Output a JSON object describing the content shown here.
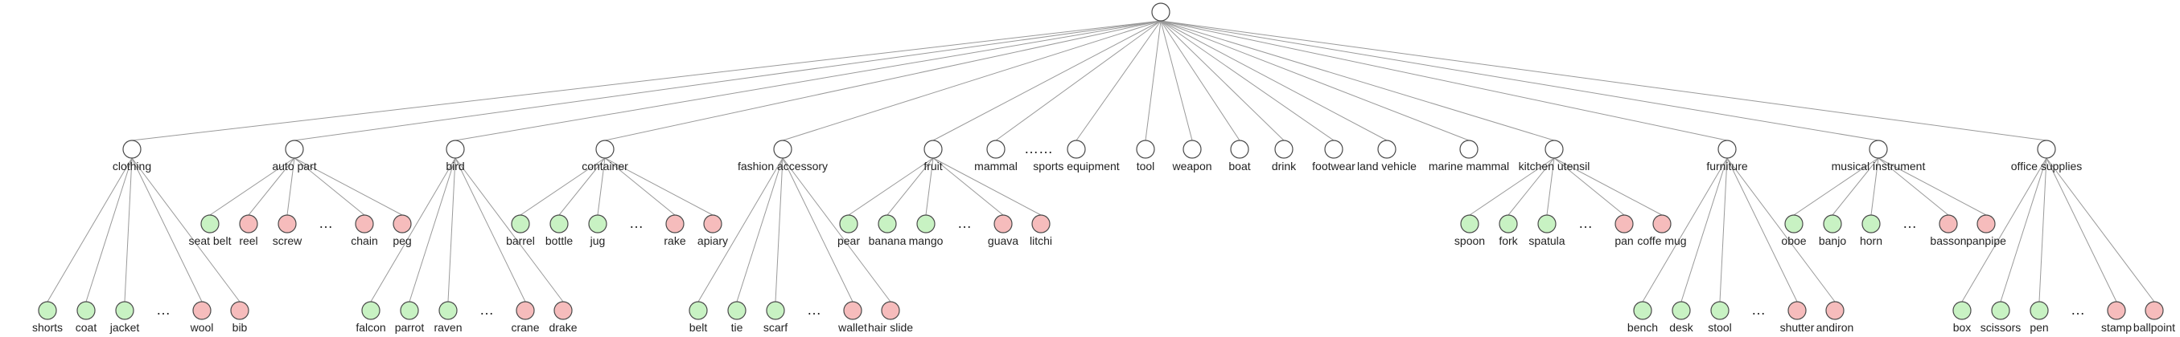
{
  "colors": {
    "edge": "#9a9a9a",
    "neutral": "#ffffff",
    "positive": "#c8f2c3",
    "negative": "#f6bcbc",
    "outline": "#4a4a4a",
    "text": "#222222"
  },
  "root": {
    "label": ""
  },
  "categories": [
    {
      "label": "clothing",
      "children": [
        {
          "label": "shorts",
          "status": "positive"
        },
        {
          "label": "coat",
          "status": "positive"
        },
        {
          "label": "jacket",
          "status": "positive"
        },
        {
          "label": "…",
          "status": "ellipsis"
        },
        {
          "label": "wool",
          "status": "negative"
        },
        {
          "label": "bib",
          "status": "negative"
        }
      ]
    },
    {
      "label": "auto part",
      "children": [
        {
          "label": "seat belt",
          "status": "positive"
        },
        {
          "label": "reel",
          "status": "negative"
        },
        {
          "label": "screw",
          "status": "negative"
        },
        {
          "label": "…",
          "status": "ellipsis"
        },
        {
          "label": "chain",
          "status": "negative"
        },
        {
          "label": "peg",
          "status": "negative"
        }
      ]
    },
    {
      "label": "bird",
      "children": [
        {
          "label": "falcon",
          "status": "positive"
        },
        {
          "label": "parrot",
          "status": "positive"
        },
        {
          "label": "raven",
          "status": "positive"
        },
        {
          "label": "…",
          "status": "ellipsis"
        },
        {
          "label": "crane",
          "status": "negative"
        },
        {
          "label": "drake",
          "status": "negative"
        }
      ]
    },
    {
      "label": "container",
      "children": [
        {
          "label": "barrel",
          "status": "positive"
        },
        {
          "label": "bottle",
          "status": "positive"
        },
        {
          "label": "jug",
          "status": "positive"
        },
        {
          "label": "…",
          "status": "ellipsis"
        },
        {
          "label": "rake",
          "status": "negative"
        },
        {
          "label": "apiary",
          "status": "negative"
        }
      ]
    },
    {
      "label": "fashion accessory",
      "children": [
        {
          "label": "belt",
          "status": "positive"
        },
        {
          "label": "tie",
          "status": "positive"
        },
        {
          "label": "scarf",
          "status": "positive"
        },
        {
          "label": "…",
          "status": "ellipsis"
        },
        {
          "label": "wallet",
          "status": "negative"
        },
        {
          "label": "hair slide",
          "status": "negative"
        }
      ]
    },
    {
      "label": "fruit",
      "children": [
        {
          "label": "pear",
          "status": "positive"
        },
        {
          "label": "banana",
          "status": "positive"
        },
        {
          "label": "mango",
          "status": "positive"
        },
        {
          "label": "…",
          "status": "ellipsis"
        },
        {
          "label": "guava",
          "status": "negative"
        },
        {
          "label": "litchi",
          "status": "negative"
        }
      ]
    },
    {
      "label": "mammal",
      "children": []
    },
    {
      "label": "……",
      "children": []
    },
    {
      "label": "sports equipment",
      "children": []
    },
    {
      "label": "tool",
      "children": []
    },
    {
      "label": "weapon",
      "children": []
    },
    {
      "label": "boat",
      "children": []
    },
    {
      "label": "drink",
      "children": []
    },
    {
      "label": "footwear",
      "children": []
    },
    {
      "label": "land vehicle",
      "children": []
    },
    {
      "label": "marine mammal",
      "children": []
    },
    {
      "label": "kitchen utensil",
      "children": [
        {
          "label": "spoon",
          "status": "positive"
        },
        {
          "label": "fork",
          "status": "positive"
        },
        {
          "label": "spatula",
          "status": "positive"
        },
        {
          "label": "…",
          "status": "ellipsis"
        },
        {
          "label": "pan",
          "status": "negative"
        },
        {
          "label": "coffe mug",
          "status": "negative"
        }
      ]
    },
    {
      "label": "furniture",
      "children": [
        {
          "label": "bench",
          "status": "positive"
        },
        {
          "label": "desk",
          "status": "positive"
        },
        {
          "label": "stool",
          "status": "positive"
        },
        {
          "label": "…",
          "status": "ellipsis"
        },
        {
          "label": "shutter",
          "status": "negative"
        },
        {
          "label": "andiron",
          "status": "negative"
        }
      ]
    },
    {
      "label": "musical instrument",
      "children": [
        {
          "label": "oboe",
          "status": "positive"
        },
        {
          "label": "banjo",
          "status": "positive"
        },
        {
          "label": "horn",
          "status": "positive"
        },
        {
          "label": "…",
          "status": "ellipsis"
        },
        {
          "label": "basson",
          "status": "negative"
        },
        {
          "label": "panpipe",
          "status": "negative"
        }
      ]
    },
    {
      "label": "office supplies",
      "children": [
        {
          "label": "box",
          "status": "positive"
        },
        {
          "label": "scissors",
          "status": "positive"
        },
        {
          "label": "pen",
          "status": "positive"
        },
        {
          "label": "…",
          "status": "ellipsis"
        },
        {
          "label": "stamp",
          "status": "negative"
        },
        {
          "label": "ballpoint",
          "status": "negative"
        }
      ]
    }
  ]
}
